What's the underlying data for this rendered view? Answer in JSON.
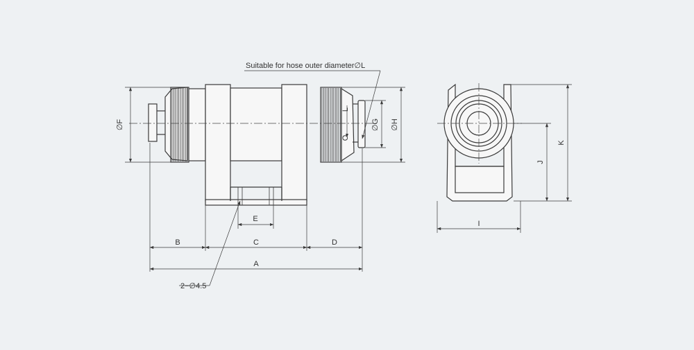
{
  "drawing": {
    "callout_hose": "Suitable for hose outer diameter∅L",
    "callout_holes": "2−∅4.5",
    "dims": {
      "A": "A",
      "B": "B",
      "C": "C",
      "D": "D",
      "E": "E",
      "F": "∅F",
      "G": "∅G",
      "H": "∅H",
      "I": "I",
      "J": "J",
      "K": "K",
      "L": "L",
      "O": "O"
    }
  },
  "colors": {
    "background": "#eef1f3",
    "line": "#3a3a3a"
  }
}
